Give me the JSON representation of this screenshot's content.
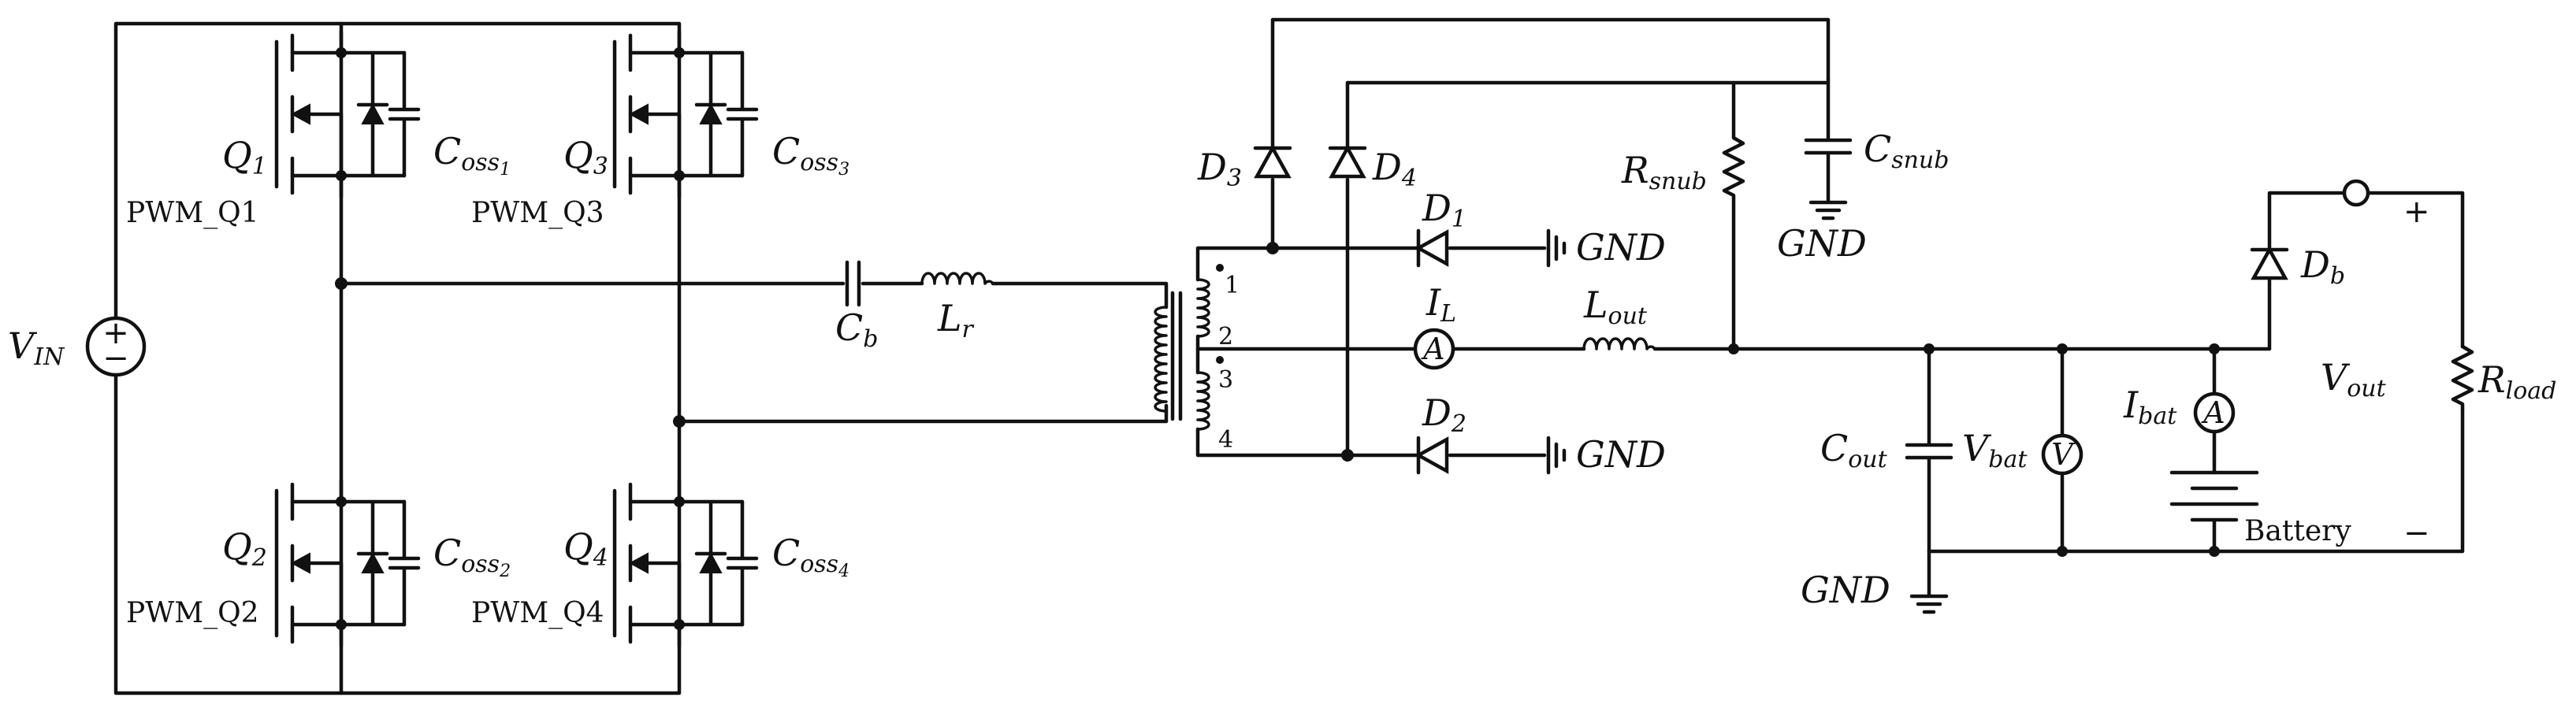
{
  "source": {
    "name": "V",
    "sub": "IN",
    "plus": "+",
    "minus": "−"
  },
  "switches": [
    {
      "name": "Q",
      "num": "1",
      "cap": "C",
      "cap_sub": "oss",
      "cap_num": "1",
      "gate": "PWM_Q1"
    },
    {
      "name": "Q",
      "num": "2",
      "cap": "C",
      "cap_sub": "oss",
      "cap_num": "2",
      "gate": "PWM_Q2"
    },
    {
      "name": "Q",
      "num": "3",
      "cap": "C",
      "cap_sub": "oss",
      "cap_num": "3",
      "gate": "PWM_Q3"
    },
    {
      "name": "Q",
      "num": "4",
      "cap": "C",
      "cap_sub": "oss",
      "cap_num": "4",
      "gate": "PWM_Q4"
    }
  ],
  "resonant": {
    "cb": {
      "name": "C",
      "sub": "b"
    },
    "lr": {
      "name": "L",
      "sub": "r"
    }
  },
  "transformer": {
    "pins": [
      "1",
      "2",
      "3",
      "4"
    ]
  },
  "rectifier": {
    "d1": {
      "name": "D",
      "sub": "1"
    },
    "d2": {
      "name": "D",
      "sub": "2"
    },
    "d3": {
      "name": "D",
      "sub": "3"
    },
    "d4": {
      "name": "D",
      "sub": "4"
    },
    "gnd": "GND"
  },
  "snubber": {
    "r": {
      "name": "R",
      "sub": "snub"
    },
    "c": {
      "name": "C",
      "sub": "snub"
    },
    "gnd": "GND"
  },
  "output": {
    "il": {
      "name": "I",
      "sub": "L",
      "meter": "A"
    },
    "lout": {
      "name": "L",
      "sub": "out"
    },
    "cout": {
      "name": "C",
      "sub": "out"
    },
    "vbat": {
      "name": "V",
      "sub": "bat",
      "meter": "V"
    },
    "ibat": {
      "name": "I",
      "sub": "bat",
      "meter": "A"
    },
    "battery": "Battery",
    "db": {
      "name": "D",
      "sub": "b"
    },
    "vout": {
      "name": "V",
      "sub": "out",
      "plus": "+",
      "minus": "−"
    },
    "rload": {
      "name": "R",
      "sub": "load"
    },
    "gnd": "GND"
  }
}
